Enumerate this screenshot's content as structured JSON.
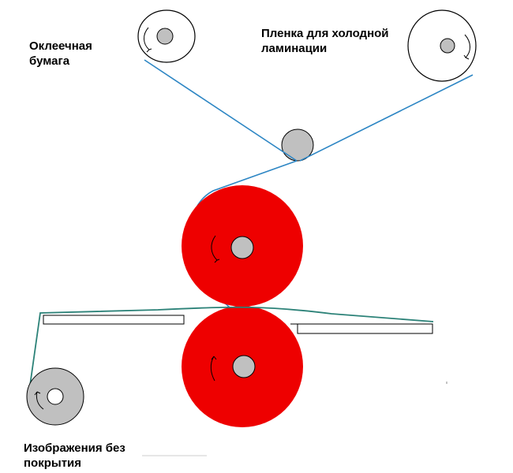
{
  "labels": {
    "adhesive_paper": [
      "Оклеечная",
      "бумага"
    ],
    "cold_lamination_film": [
      "Пленка для холодной",
      "ламинации"
    ],
    "uncoated_image": [
      "Изображения без",
      "покрытия"
    ]
  },
  "colors": {
    "roller_red": "#ee0000",
    "hub_gray": "#c0c0c0",
    "film_line": "#2d86c4",
    "image_line": "#2c8278",
    "outline": "#000000"
  },
  "icons": {
    "rotation_arrow": "curved-arrow-icon"
  }
}
